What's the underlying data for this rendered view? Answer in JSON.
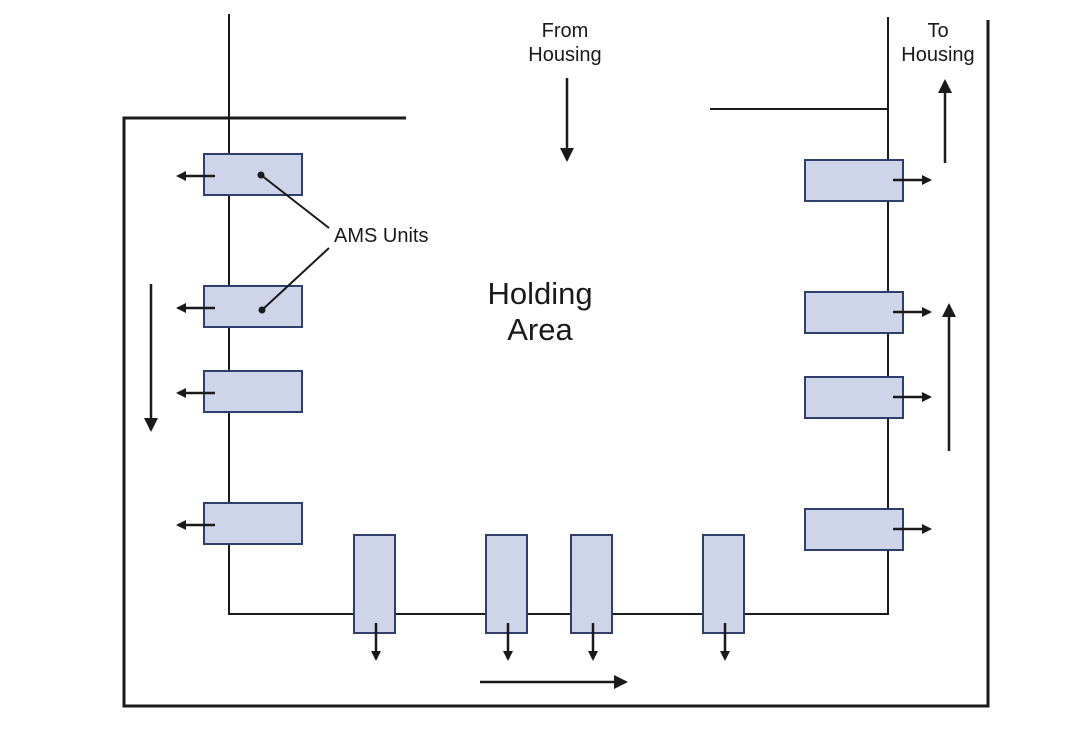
{
  "diagram": {
    "title_center": [
      "Holding",
      "Area"
    ],
    "from_housing": [
      "From",
      "Housing"
    ],
    "to_housing": [
      "To",
      "Housing"
    ],
    "ams_label": "AMS Units",
    "colors": {
      "unit_fill": "#cfd5e8",
      "unit_stroke": "#2e3f6e",
      "line": "#1a1a1a",
      "background": "#ffffff"
    },
    "units": {
      "left": [
        "left-unit-1",
        "left-unit-2",
        "left-unit-3",
        "left-unit-4"
      ],
      "bottom": [
        "bottom-unit-1",
        "bottom-unit-2",
        "bottom-unit-3",
        "bottom-unit-4"
      ],
      "right": [
        "right-unit-1",
        "right-unit-2",
        "right-unit-3",
        "right-unit-4"
      ]
    },
    "flow_directions": {
      "left_side": "down",
      "bottom_side": "right",
      "right_side": "up",
      "entry": "From Housing (down)",
      "exit": "To Housing (up)"
    }
  }
}
